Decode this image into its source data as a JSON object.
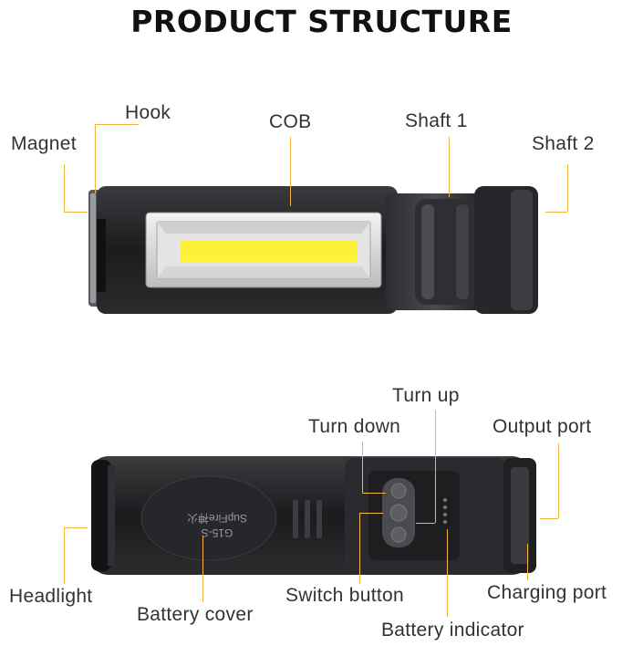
{
  "title": "PRODUCT STRUCTURE",
  "top_labels": {
    "hook": "Hook",
    "magnet": "Magnet",
    "cob": "COB",
    "shaft1": "Shaft 1",
    "shaft2": "Shaft 2"
  },
  "bottom_labels": {
    "turn_up": "Turn up",
    "turn_down": "Turn down",
    "output_port": "Output port",
    "headlight": "Headlight",
    "battery_cover": "Battery cover",
    "switch_button": "Switch button",
    "charging_port": "Charging port",
    "battery_indicator": "Battery indicator"
  },
  "device_text": {
    "brand": "SupFire神火",
    "model": "G15-S"
  },
  "colors": {
    "leader_line": "#f4b53f",
    "cob_light": "#fff13a",
    "body": "#1c1d1f"
  }
}
